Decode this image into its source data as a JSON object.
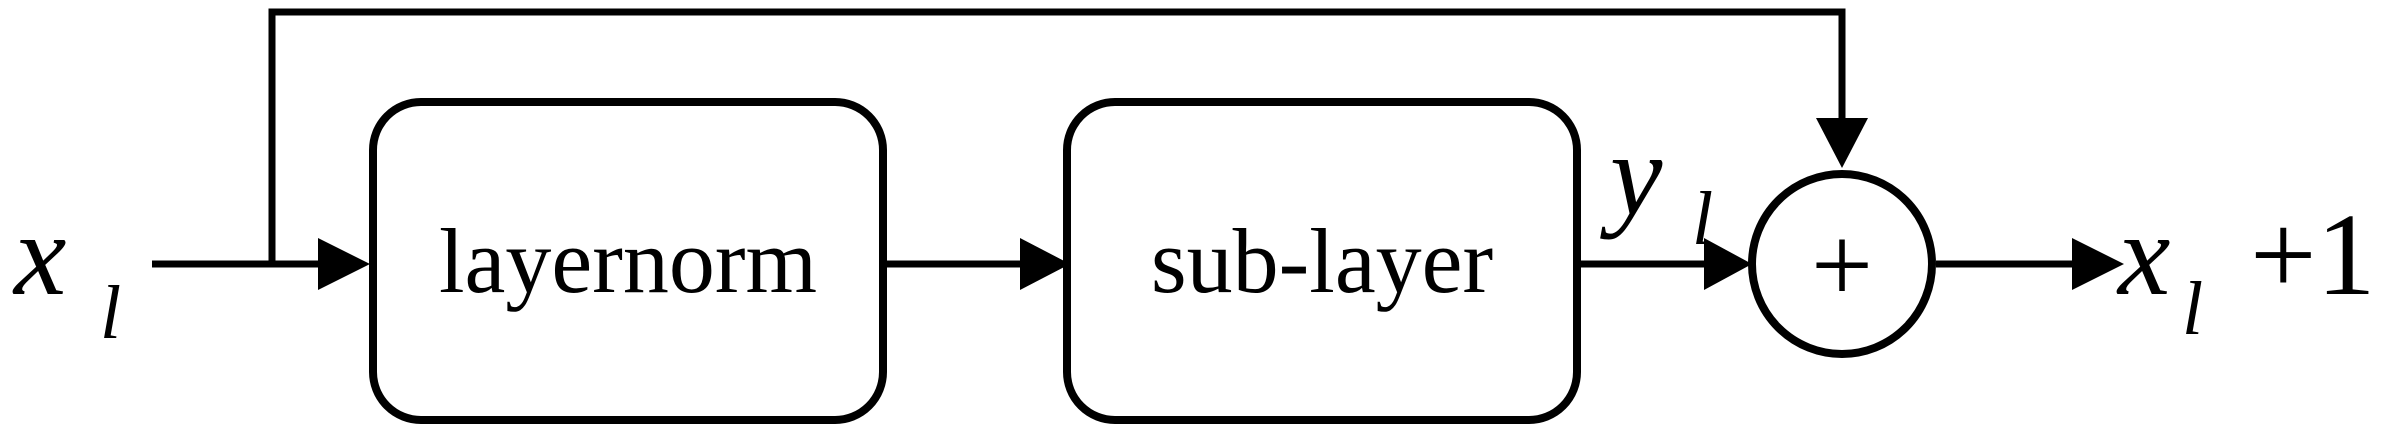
{
  "diagram": {
    "input": {
      "var": "x",
      "sub": "l"
    },
    "blocks": [
      {
        "label": "layernorm"
      },
      {
        "label": "sub-layer"
      }
    ],
    "intermediate": {
      "var": "y",
      "sub": "l"
    },
    "sum_symbol": "+",
    "output": {
      "var": "x",
      "sub": "l",
      "suffix": "+1"
    },
    "colors": {
      "stroke": "#000000",
      "background": "#ffffff"
    }
  }
}
